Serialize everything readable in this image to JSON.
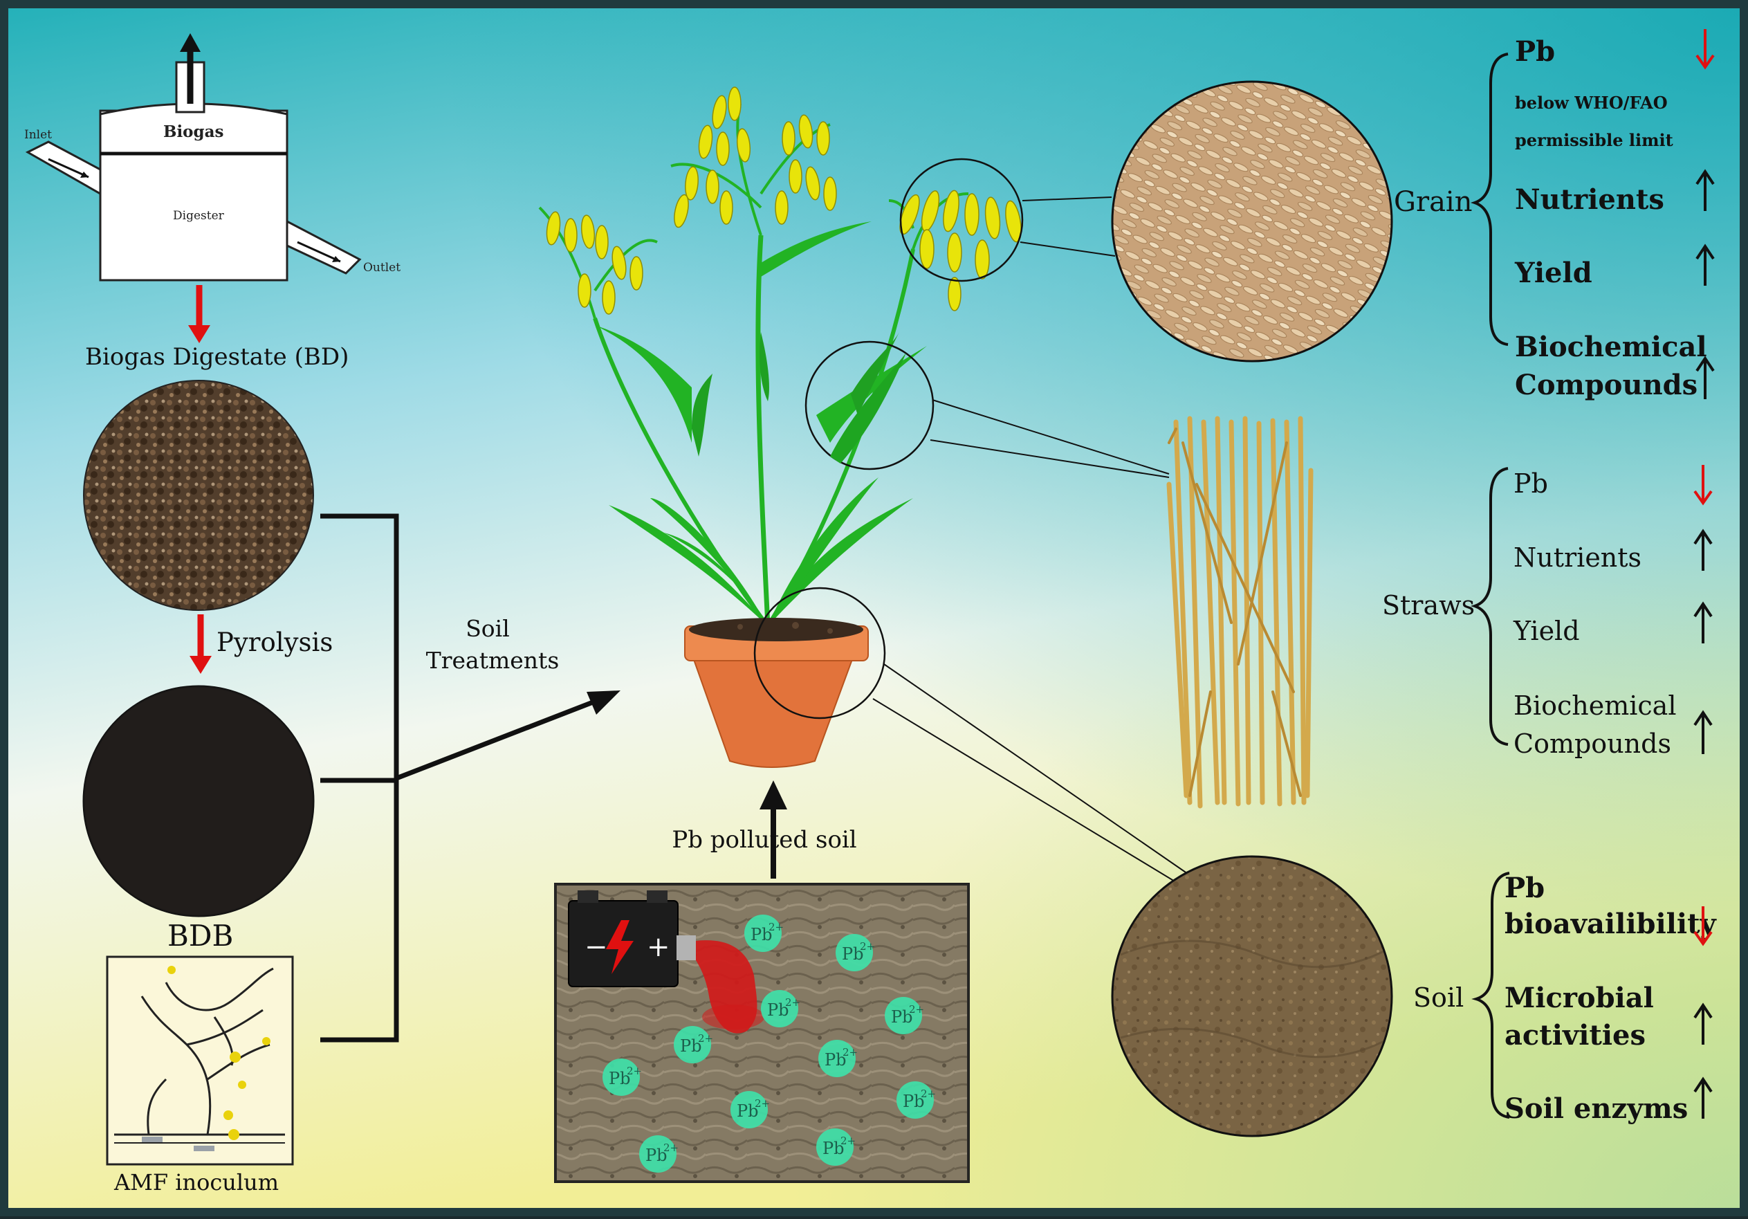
{
  "labels": {
    "inlet": "Inlet",
    "biogas": "Biogas",
    "digester": "Digester",
    "outlet": "Outlet",
    "biogas_digestate": "Biogas Digestate (BD)",
    "pyrolysis": "Pyrolysis",
    "bdb": "BDB",
    "amf_inoculum": "AMF inoculum",
    "soil_treatments_line1": "Soil",
    "soil_treatments_line2": "Treatments",
    "pb_polluted_soil": "Pb polluted soil",
    "pb_ion": "Pb",
    "pb_charge": "2+"
  },
  "grain": {
    "title": "Grain",
    "pb": "Pb",
    "pb_note_line1": "below WHO/FAO",
    "pb_note_line2": "permissible limit",
    "nutrients": "Nutrients",
    "yield": "Yield",
    "biochem_line1": "Biochemical",
    "biochem_line2": "Compounds"
  },
  "straws": {
    "title": "Straws",
    "pb": "Pb",
    "nutrients": "Nutrients",
    "yield": "Yield",
    "biochem_line1": "Biochemical",
    "biochem_line2": "Compounds"
  },
  "soil": {
    "title": "Soil",
    "pb_line1": "Pb",
    "pb_line2": "bioavailibility",
    "microbial_line1": "Microbial",
    "microbial_line2": "activities",
    "enzymes": "Soil enzyms"
  },
  "colors": {
    "decrease_arrow": "#e01010",
    "increase_arrow": "#111111",
    "process_arrow": "#e01010",
    "ion": "#3fe0a8",
    "plant_green": "#22b324",
    "spikelet_yellow": "#e8e40a",
    "pot": "#e2733b"
  }
}
